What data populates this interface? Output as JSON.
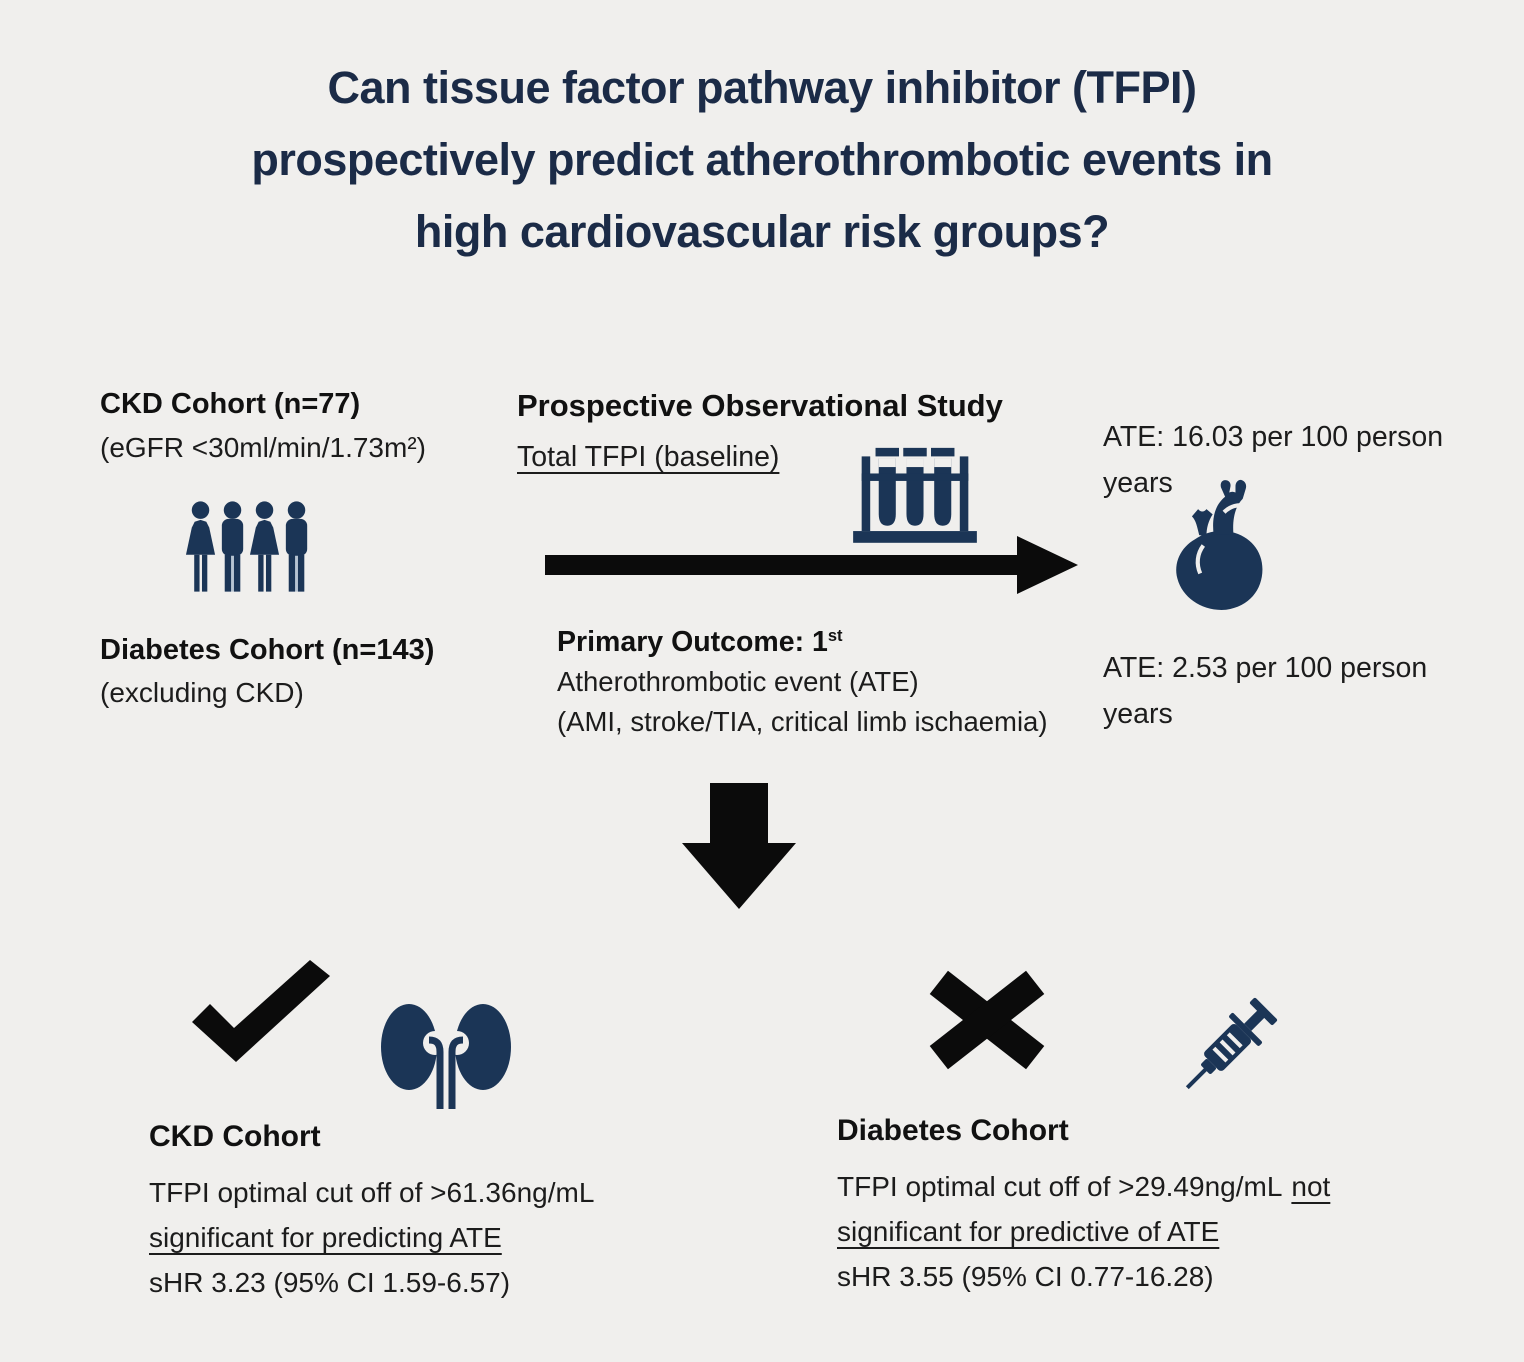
{
  "colors": {
    "background": "#f0efed",
    "title_navy": "#1b2b47",
    "icon_navy": "#1b3556",
    "mark_black": "#0b0b0b",
    "body_text": "#1c1c1c"
  },
  "title": {
    "line1": "Can tissue factor pathway inhibitor (TFPI)",
    "line2": "prospectively predict atherothrombotic events in",
    "line3": "high cardiovascular risk groups?"
  },
  "cohorts": {
    "ckd_heading": "CKD Cohort (n=77)",
    "ckd_subtext": "(eGFR <30ml/min/1.73m²)",
    "diabetes_heading": "Diabetes Cohort (n=143)",
    "diabetes_subtext": "(excluding CKD)"
  },
  "study": {
    "heading": "Prospective Observational Study",
    "exposure": "Total TFPI (baseline)",
    "outcome_prefix": "Primary Outcome: 1",
    "outcome_sup": "st",
    "outcome_line2": "Atherothrombotic event (ATE)",
    "outcome_line3": "(AMI, stroke/TIA, critical limb ischaemia)"
  },
  "incidence": {
    "ckd_rate": "ATE: 16.03 per 100 person years",
    "diabetes_rate": "ATE: 2.53 per 100 person years"
  },
  "results": {
    "ckd": {
      "heading": "CKD Cohort",
      "line1": "TFPI optimal cut off of >61.36ng/mL",
      "line2": "significant for predicting ATE",
      "line3": "sHR 3.23 (95% CI 1.59-6.57)"
    },
    "diabetes": {
      "heading": "Diabetes Cohort",
      "line1": "TFPI optimal cut off of >29.49ng/mL",
      "line1_not": "not",
      "line2": "significant for predictive of ATE",
      "line3": "sHR 3.55 (95% CI 0.77-16.28)"
    }
  },
  "icons": {
    "people": "people-group-icon",
    "test_tubes": "test-tube-rack-icon",
    "heart": "anatomical-heart-icon",
    "kidneys": "kidneys-icon",
    "syringe": "syringe-icon",
    "check": "checkmark-icon",
    "cross": "x-mark-icon",
    "arrow_right": "arrow-right-icon",
    "arrow_down": "arrow-down-icon"
  }
}
